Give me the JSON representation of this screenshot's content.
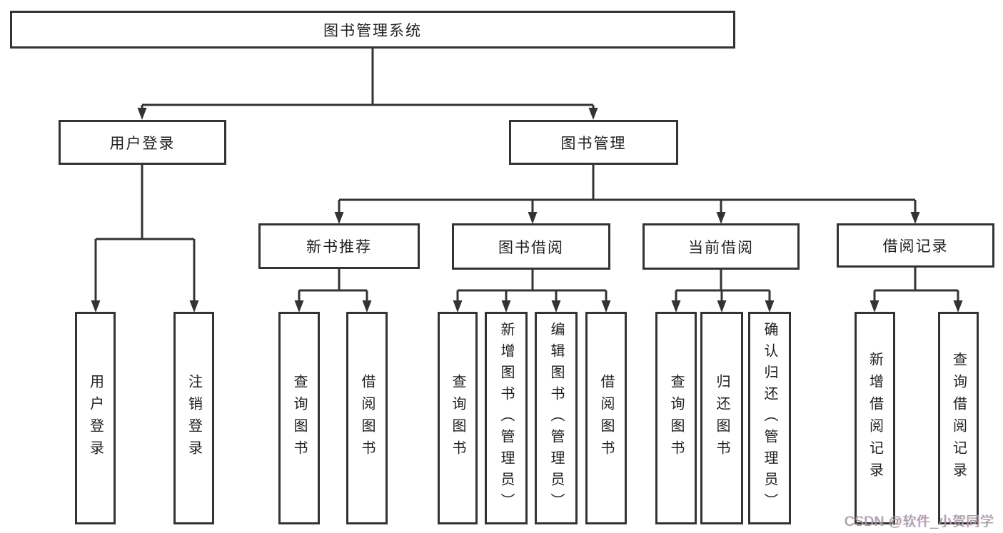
{
  "diagram": {
    "type": "tree",
    "title": "图书管理系统",
    "nodes": {
      "root": {
        "label": "图书管理系统"
      },
      "user_login": {
        "label": "用户登录"
      },
      "book_mgmt": {
        "label": "图书管理"
      },
      "new_book_rec": {
        "label": "新书推荐"
      },
      "book_borrow": {
        "label": "图书借阅"
      },
      "current_borrow": {
        "label": "当前借阅"
      },
      "borrow_records": {
        "label": "借阅记录"
      },
      "ul_login": {
        "label": "用户登录"
      },
      "ul_logout": {
        "label": "注销登录"
      },
      "nb_query": {
        "label": "查询图书"
      },
      "nb_borrow": {
        "label": "借阅图书"
      },
      "bb_query": {
        "label": "查询图书"
      },
      "bb_add": {
        "label": "新增图书（管理员）"
      },
      "bb_edit": {
        "label": "编辑图书（管理员）"
      },
      "bb_borrow": {
        "label": "借阅图书"
      },
      "cb_query": {
        "label": "查询图书"
      },
      "cb_return": {
        "label": "归还图书"
      },
      "cb_confirm": {
        "label": "确认归还（管理员）"
      },
      "br_add": {
        "label": "新增借阅记录"
      },
      "br_query": {
        "label": "查询借阅记录"
      }
    },
    "hierarchy": {
      "图书管理系统": {
        "用户登录": [
          "用户登录",
          "注销登录"
        ],
        "图书管理": {
          "新书推荐": [
            "查询图书",
            "借阅图书"
          ],
          "图书借阅": [
            "查询图书",
            "新增图书（管理员）",
            "编辑图书（管理员）",
            "借阅图书"
          ],
          "当前借阅": [
            "查询图书",
            "归还图书",
            "确认归还（管理员）"
          ],
          "借阅记录": [
            "新增借阅记录",
            "查询借阅记录"
          ]
        }
      }
    }
  },
  "watermark": {
    "text": "CSDN @软件_小贺同学"
  },
  "colors": {
    "line": "#333333",
    "box_border": "#333333",
    "text": "#1f1f1f",
    "background": "#ffffff",
    "watermark": "#a3a0a0"
  }
}
